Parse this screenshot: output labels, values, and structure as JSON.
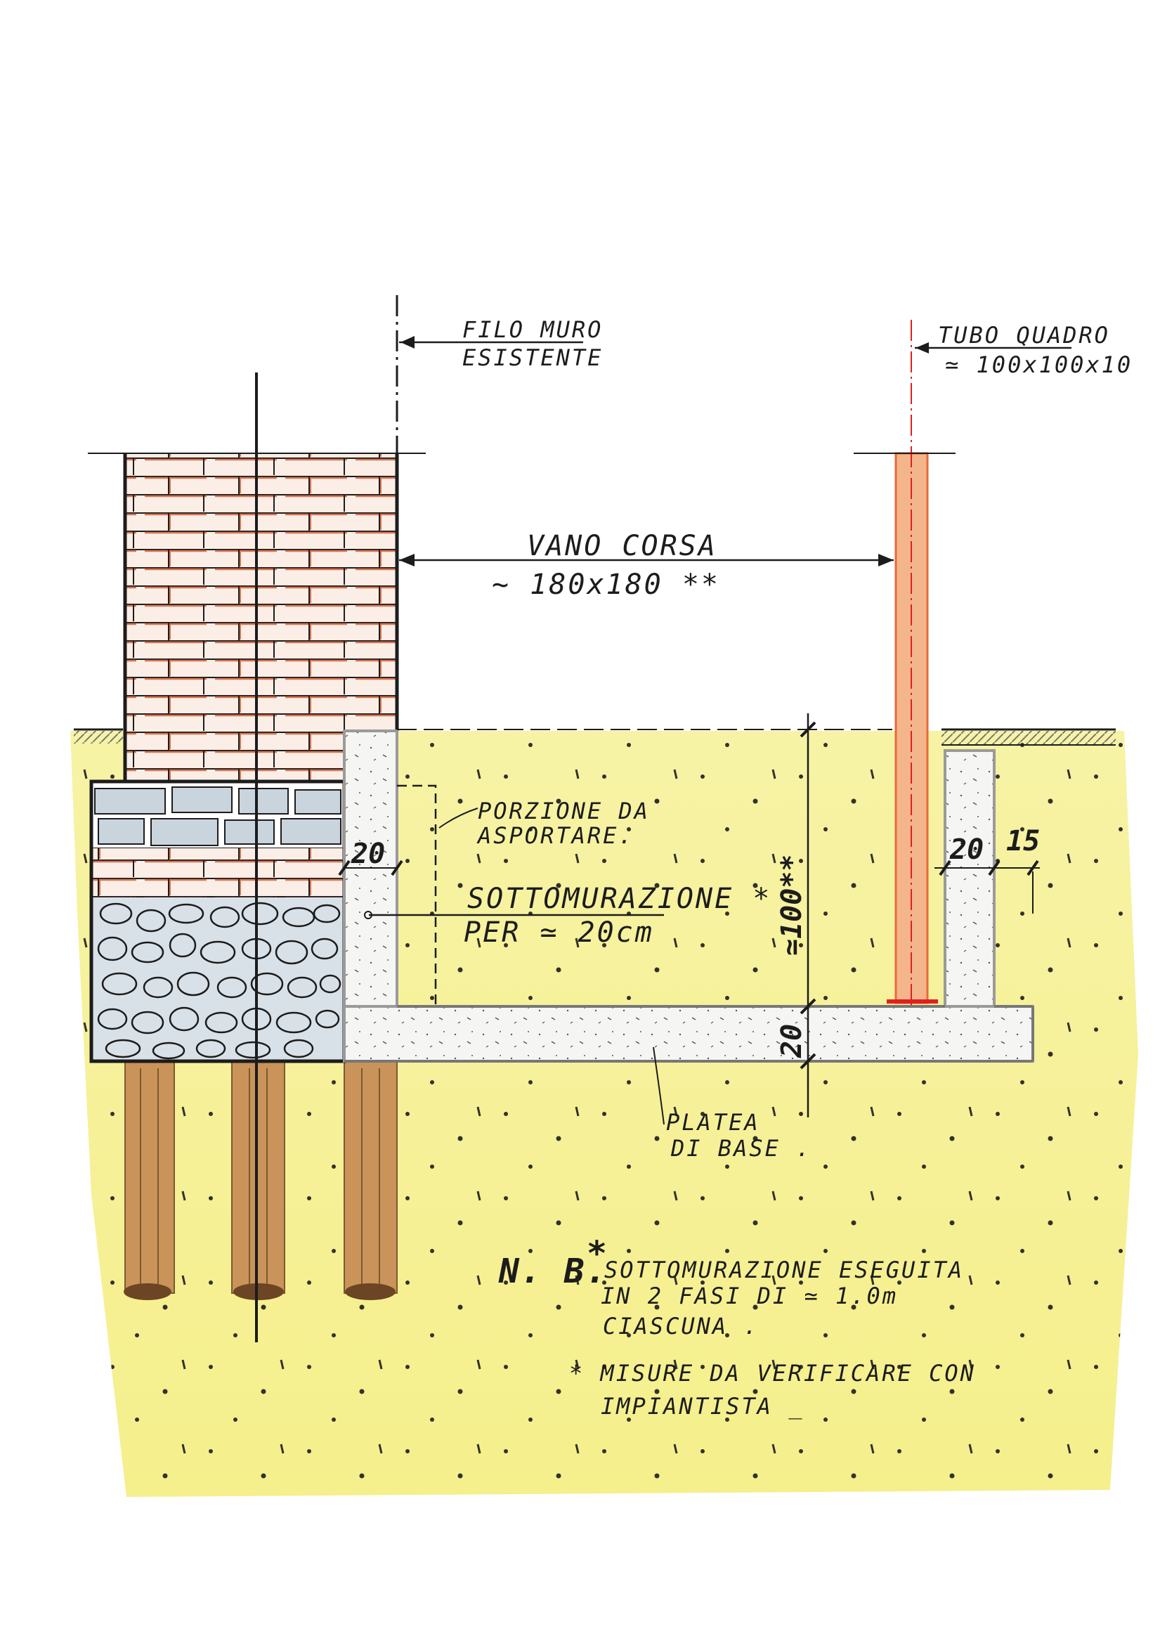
{
  "labels": {
    "filo_muro_line1": "FILO MURO",
    "filo_muro_line2": "ESISTENTE",
    "tubo_quadro_line1": "TUBO QUADRO",
    "tubo_quadro_line2": "≃ 100x100x10",
    "vano_corsa_line1": "VANO CORSA",
    "vano_corsa_line2": "~ 180x180 **",
    "porzione_line1": "PORZIONE DA",
    "porzione_line2": "ASPORTARE.",
    "sottomurazione_line1": "SOTTOMURAZIONE *",
    "sottomurazione_line2": "PER ≃ 20cm",
    "platea_line1": "PLATEA",
    "platea_line2": "DI BASE .",
    "dim_wall_left": "20",
    "dim_wall_right": "20",
    "dim_right_15": "15",
    "dim_height": "≃100**",
    "dim_slab": "20"
  },
  "notes": {
    "nb_title": "N. B.",
    "nb_star": "*",
    "nb_line1": "SOTTOMURAZIONE ESEGUITA",
    "nb_line2": "IN 2 FASI DI ≃ 1.0m",
    "nb_line3": "CIASCUNA .",
    "nb_misure_line1": "* MISURE DA VERIFICARE CON",
    "nb_misure_line2": "IMPIANTISTA _"
  },
  "colors": {
    "soil": "#f3ef8e",
    "brick": "#d9734f",
    "concrete": "#f4f4f2",
    "concrete_edge": "#9a9a9a",
    "stone": "#c9d4dd",
    "pile": "#c9935a",
    "tube": "#ef8a55",
    "tube_line": "#e02020",
    "ink": "#1c1c1c"
  }
}
